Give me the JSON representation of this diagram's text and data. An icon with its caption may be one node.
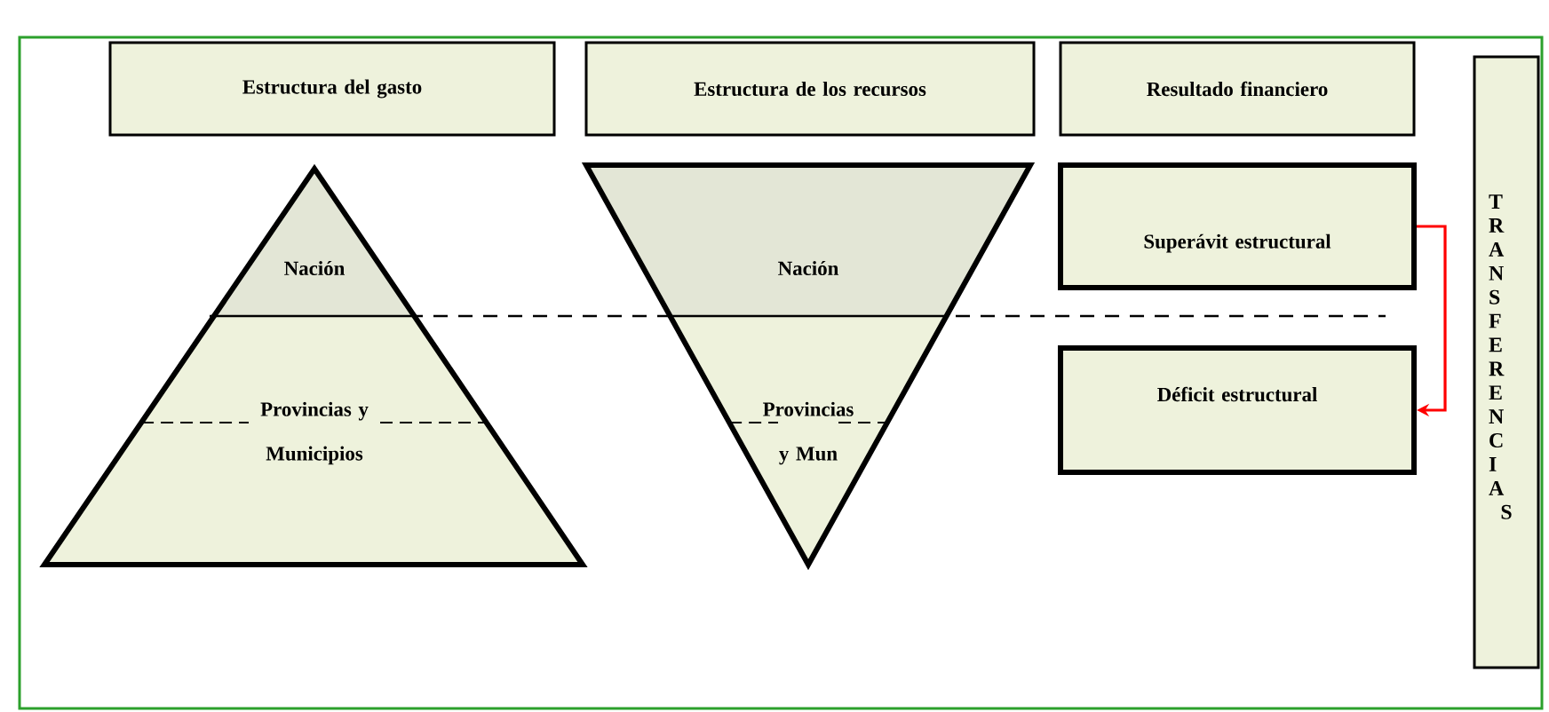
{
  "diagram": {
    "nodes": [
      {
        "text": [
          "Estructura del gasto"
        ]
      },
      {
        "text": [
          "Estructura de los recursos"
        ]
      },
      {
        "text": [
          "Resultado financiero"
        ]
      },
      {
        "text": [
          "TRANSFERENCIAS"
        ]
      },
      {
        "text": [
          "Nación",
          "Provincias y Municipios"
        ]
      },
      {
        "text": [
          "Nación",
          "Provincias y Mun"
        ]
      },
      {
        "text": [
          "Superávit estructural"
        ]
      },
      {
        "text": [
          "Déficit estructural"
        ]
      }
    ],
    "edges": [
      {
        "from": 6,
        "to": 7,
        "arrow": "to",
        "color": "#ff0000"
      }
    ]
  }
}
